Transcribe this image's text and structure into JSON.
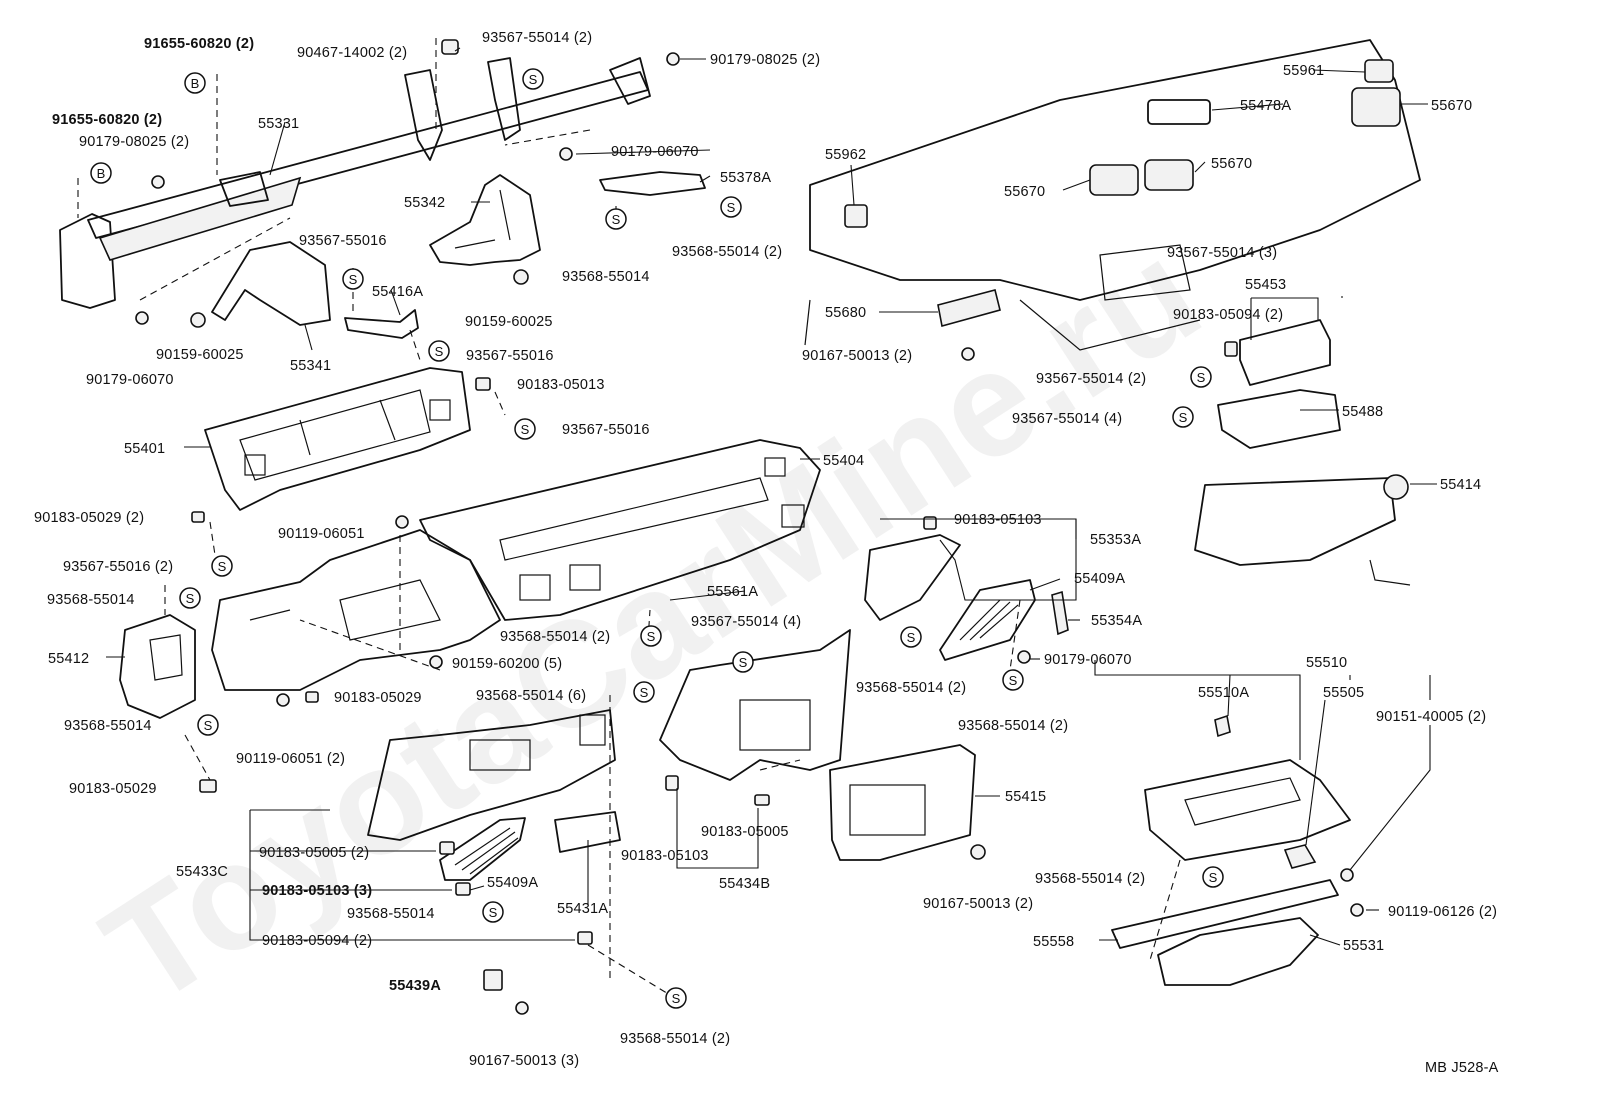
{
  "watermark": "ToyotaCarMine.ru",
  "diagram_code": "MB  J528-A",
  "symbols": {
    "s": "S",
    "b": "B"
  },
  "labels": {
    "l_91655_60820_top": "91655-60820 (2)",
    "l_90467_14002": "90467-14002 (2)",
    "l_93567_55014_top": "93567-55014 (2)",
    "l_90179_08025_top": "90179-08025 (2)",
    "l_91655_60820_left": "91655-60820 (2)",
    "l_55331": "55331",
    "l_90179_08025_left": "90179-08025 (2)",
    "l_90179_06070_top": "90179-06070",
    "l_55378A": "55378A",
    "l_55342": "55342",
    "l_93568_55014_r2": "93568-55014 (2)",
    "l_93568_55014_a": "93568-55014",
    "l_93567_55016_a": "93567-55016",
    "l_55416A": "55416A",
    "l_90159_60025_a": "90159-60025",
    "l_90159_60025_b": "90159-60025",
    "l_55341": "55341",
    "l_90179_06070_left": "90179-06070",
    "l_93567_55016_b": "93567-55016",
    "l_90183_05013": "90183-05013",
    "l_93567_55016_c": "93567-55016",
    "l_55401": "55401",
    "l_55404": "55404",
    "l_90183_05029_a": "90183-05029 (2)",
    "l_90119_06051_a": "90119-06051",
    "l_93567_55016_2": "93567-55016 (2)",
    "l_93568_55014_left": "93568-55014",
    "l_55561A": "55561A",
    "l_55412": "55412",
    "l_93568_55014_2b": "93568-55014 (2)",
    "l_93567_55014_4a": "93567-55014 (4)",
    "l_90159_60200": "90159-60200 (5)",
    "l_90183_05029_b": "90183-05029",
    "l_93568_55014_6": "93568-55014 (6)",
    "l_93568_55014_c": "93568-55014",
    "l_90119_06051_2": "90119-06051 (2)",
    "l_90183_05029_c": "90183-05029",
    "l_55433C": "55433C",
    "l_90183_05005_2": "90183-05005 (2)",
    "l_90183_05103_3": "90183-05103 (3)",
    "l_93568_55014_d": "93568-55014",
    "l_90183_05094_2a": "90183-05094 (2)",
    "l_55409A_a": "55409A",
    "l_55431A": "55431A",
    "l_55439A": "55439A",
    "l_90167_50013_3": "90167-50013 (3)",
    "l_93568_55014_2c": "93568-55014 (2)",
    "l_90183_05103_a": "90183-05103",
    "l_90183_05005": "90183-05005",
    "l_55434B": "55434B",
    "l_90183_05103_b": "90183-05103",
    "l_55353A": "55353A",
    "l_55409A_b": "55409A",
    "l_55354A": "55354A",
    "l_90179_06070_mid": "90179-06070",
    "l_93568_55014_2d": "93568-55014 (2)",
    "l_93568_55014_2e": "93568-55014 (2)",
    "l_55415": "55415",
    "l_90167_50013_2a": "90167-50013 (2)",
    "l_55961": "55961",
    "l_55478A": "55478A",
    "l_55670_a": "55670",
    "l_55962": "55962",
    "l_55670_b": "55670",
    "l_55670_c": "55670",
    "l_93567_55014_3": "93567-55014 (3)",
    "l_55453": "55453",
    "l_55680": "55680",
    "l_90183_05094_2b": "90183-05094 (2)",
    "l_90167_50013_2b": "90167-50013 (2)",
    "l_93567_55014_2": "93567-55014 (2)",
    "l_93567_55014_4b": "93567-55014 (4)",
    "l_55488": "55488",
    "l_55414": "55414",
    "l_55510": "55510",
    "l_55510A": "55510A",
    "l_55505": "55505",
    "l_90151_40005": "90151-40005 (2)",
    "l_93568_55014_2f": "93568-55014 (2)",
    "l_90119_06126": "90119-06126 (2)",
    "l_55558": "55558",
    "l_55531": "55531"
  }
}
